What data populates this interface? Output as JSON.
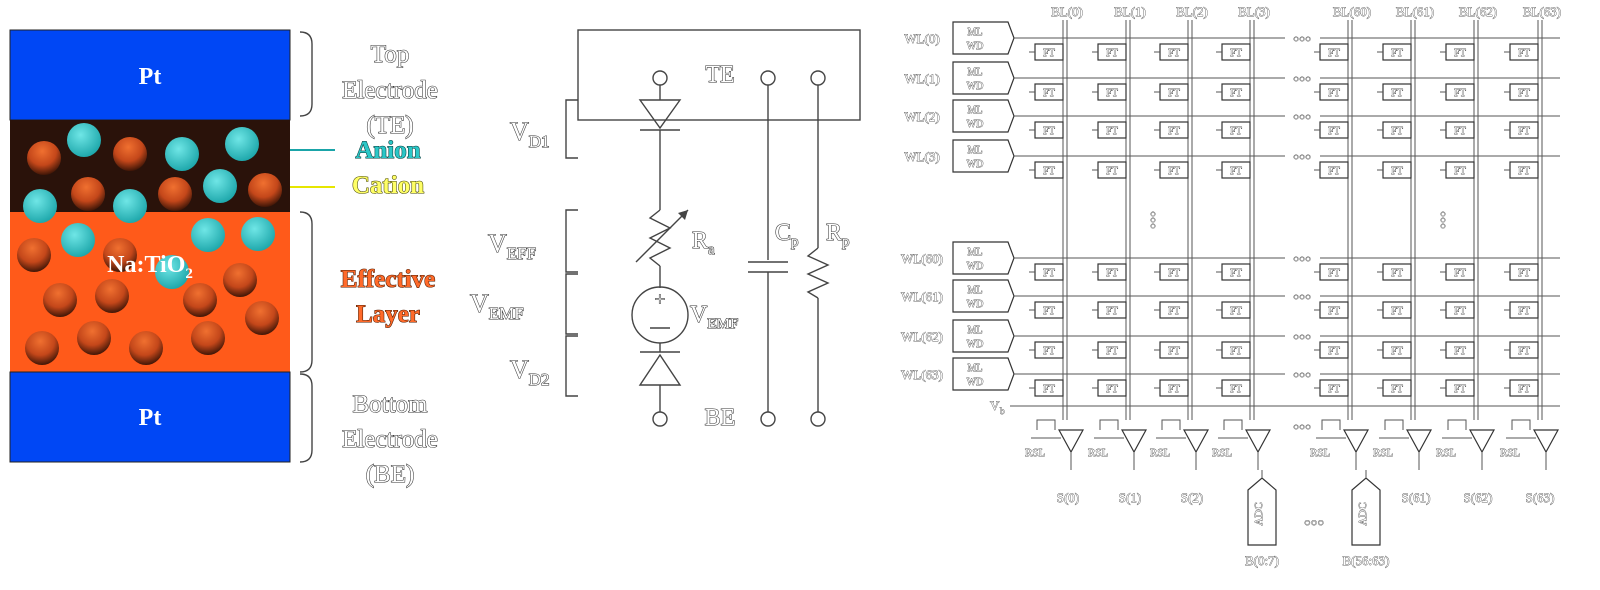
{
  "device": {
    "top_electrode": "Pt",
    "middle_layer": "Na:TiO",
    "middle_layer_subscript": "2",
    "bottom_electrode": "Pt",
    "labels": {
      "top_line1": "Top",
      "top_line2": "Electrode",
      "top_line3": "(TE)",
      "anion": "Anion",
      "cation": "Cation",
      "effective_line1": "Effective",
      "effective_line2": "Layer",
      "bottom_line1": "Bottom",
      "bottom_line2": "Electrode",
      "bottom_line3": "(BE)"
    },
    "colors": {
      "electrode": "#0047f5",
      "oxide_dark": "#2a120a",
      "effective": "#ff5a1a",
      "anion": "#2ac7c7",
      "cation_line": "#e6e600",
      "cation_ball": "#d9531e"
    }
  },
  "circuit": {
    "te": "TE",
    "be": "BE",
    "vd1": "V",
    "vd1_sub": "D1",
    "veff": "V",
    "veff_sub": "EFF",
    "vemf_left": "V",
    "vemf_left_sub": "EMF",
    "vd2": "V",
    "vd2_sub": "D2",
    "ra": "R",
    "ra_sub": "a",
    "vemf_right": "V",
    "vemf_right_sub": "EMF",
    "cp": "C",
    "cp_sub": "p",
    "rp": "R",
    "rp_sub": "p"
  },
  "array": {
    "bitlines": [
      "BL(0)",
      "BL(1)",
      "BL(2)",
      "BL(3)",
      "BL(60)",
      "BL(61)",
      "BL(62)",
      "BL(63)"
    ],
    "wordlines_top": [
      "WL(0)",
      "WL(1)",
      "WL(2)",
      "WL(3)"
    ],
    "wordlines_bottom": [
      "WL(60)",
      "WL(61)",
      "WL(62)",
      "WL(63)"
    ],
    "driver_line1": "ML",
    "driver_line2": "WD",
    "cell_label": "FT",
    "vb_label": "V",
    "vb_sub": "b",
    "rsl_label": "RSL",
    "sense_outputs": [
      "S(0)",
      "S(1)",
      "S(2)",
      "S(61)",
      "S(62)",
      "S(63)"
    ],
    "adc_label": "ADC",
    "adc_outputs": [
      "B(0:7)",
      "B(56:63)"
    ],
    "ellipsis": "○○○"
  }
}
